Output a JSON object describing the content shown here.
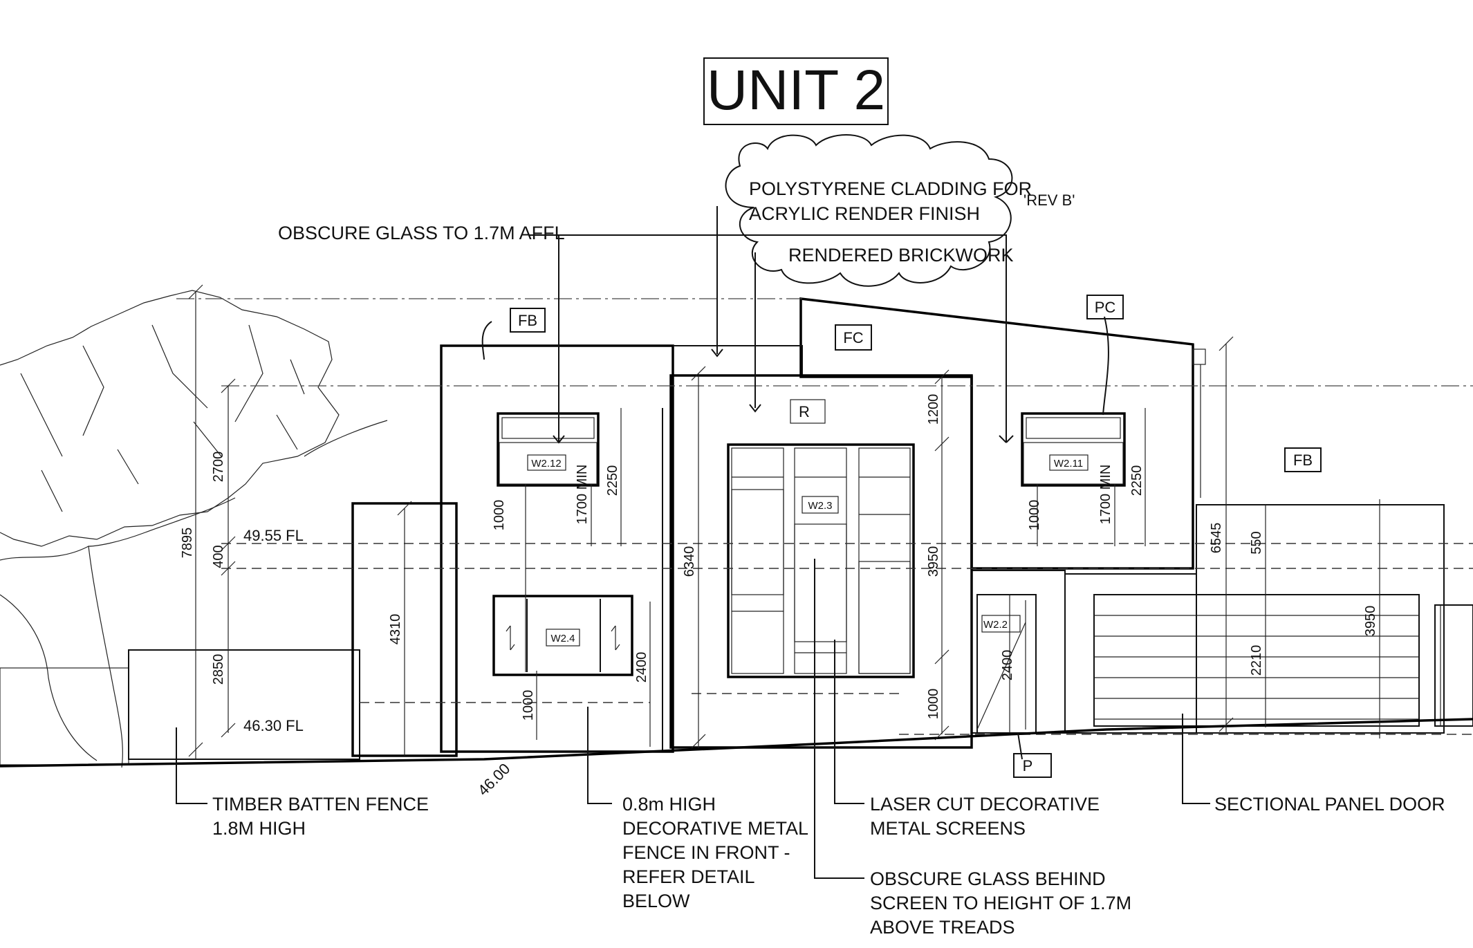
{
  "title": "UNIT 2",
  "revision": "'REV B'",
  "cloud_notes": [
    "POLYSTYRENE CLADDING FOR",
    "ACRYLIC RENDER FINISH",
    "RENDERED BRICKWORK"
  ],
  "notes": {
    "obscure_glass": "OBSCURE GLASS TO 1.7M AFFL",
    "timber_fence": [
      "TIMBER BATTEN FENCE",
      "1.8M HIGH"
    ],
    "metal_fence": [
      "0.8m HIGH",
      "DECORATIVE METAL",
      "FENCE IN FRONT -",
      "REFER DETAIL",
      "BELOW"
    ],
    "laser_cut": [
      "LASER CUT DECORATIVE",
      "METAL SCREENS"
    ],
    "obscure_behind": [
      "OBSCURE GLASS BEHIND",
      "SCREEN TO HEIGHT OF 1.7M",
      "ABOVE TREADS"
    ],
    "sectional_door": "SECTIONAL PANEL DOOR"
  },
  "material_tags": [
    "FB",
    "FC",
    "PC",
    "R",
    "FB",
    "P"
  ],
  "window_tags": [
    "W2.12",
    "W2.3",
    "W2.11",
    "W2.4",
    "W2.2"
  ],
  "levels": [
    "49.55 FL",
    "46.30 FL",
    "46.00"
  ],
  "dimensions": [
    "7895",
    "2700",
    "400",
    "2850",
    "1000",
    "1700 MIN",
    "2250",
    "4310",
    "2400",
    "1000",
    "6340",
    "1200",
    "3950",
    "1000",
    "2400",
    "1000",
    "1700 MIN",
    "2250",
    "6545",
    "550",
    "2210",
    "3950"
  ],
  "colors": {
    "ink": "#111111",
    "paper": "#ffffff"
  }
}
